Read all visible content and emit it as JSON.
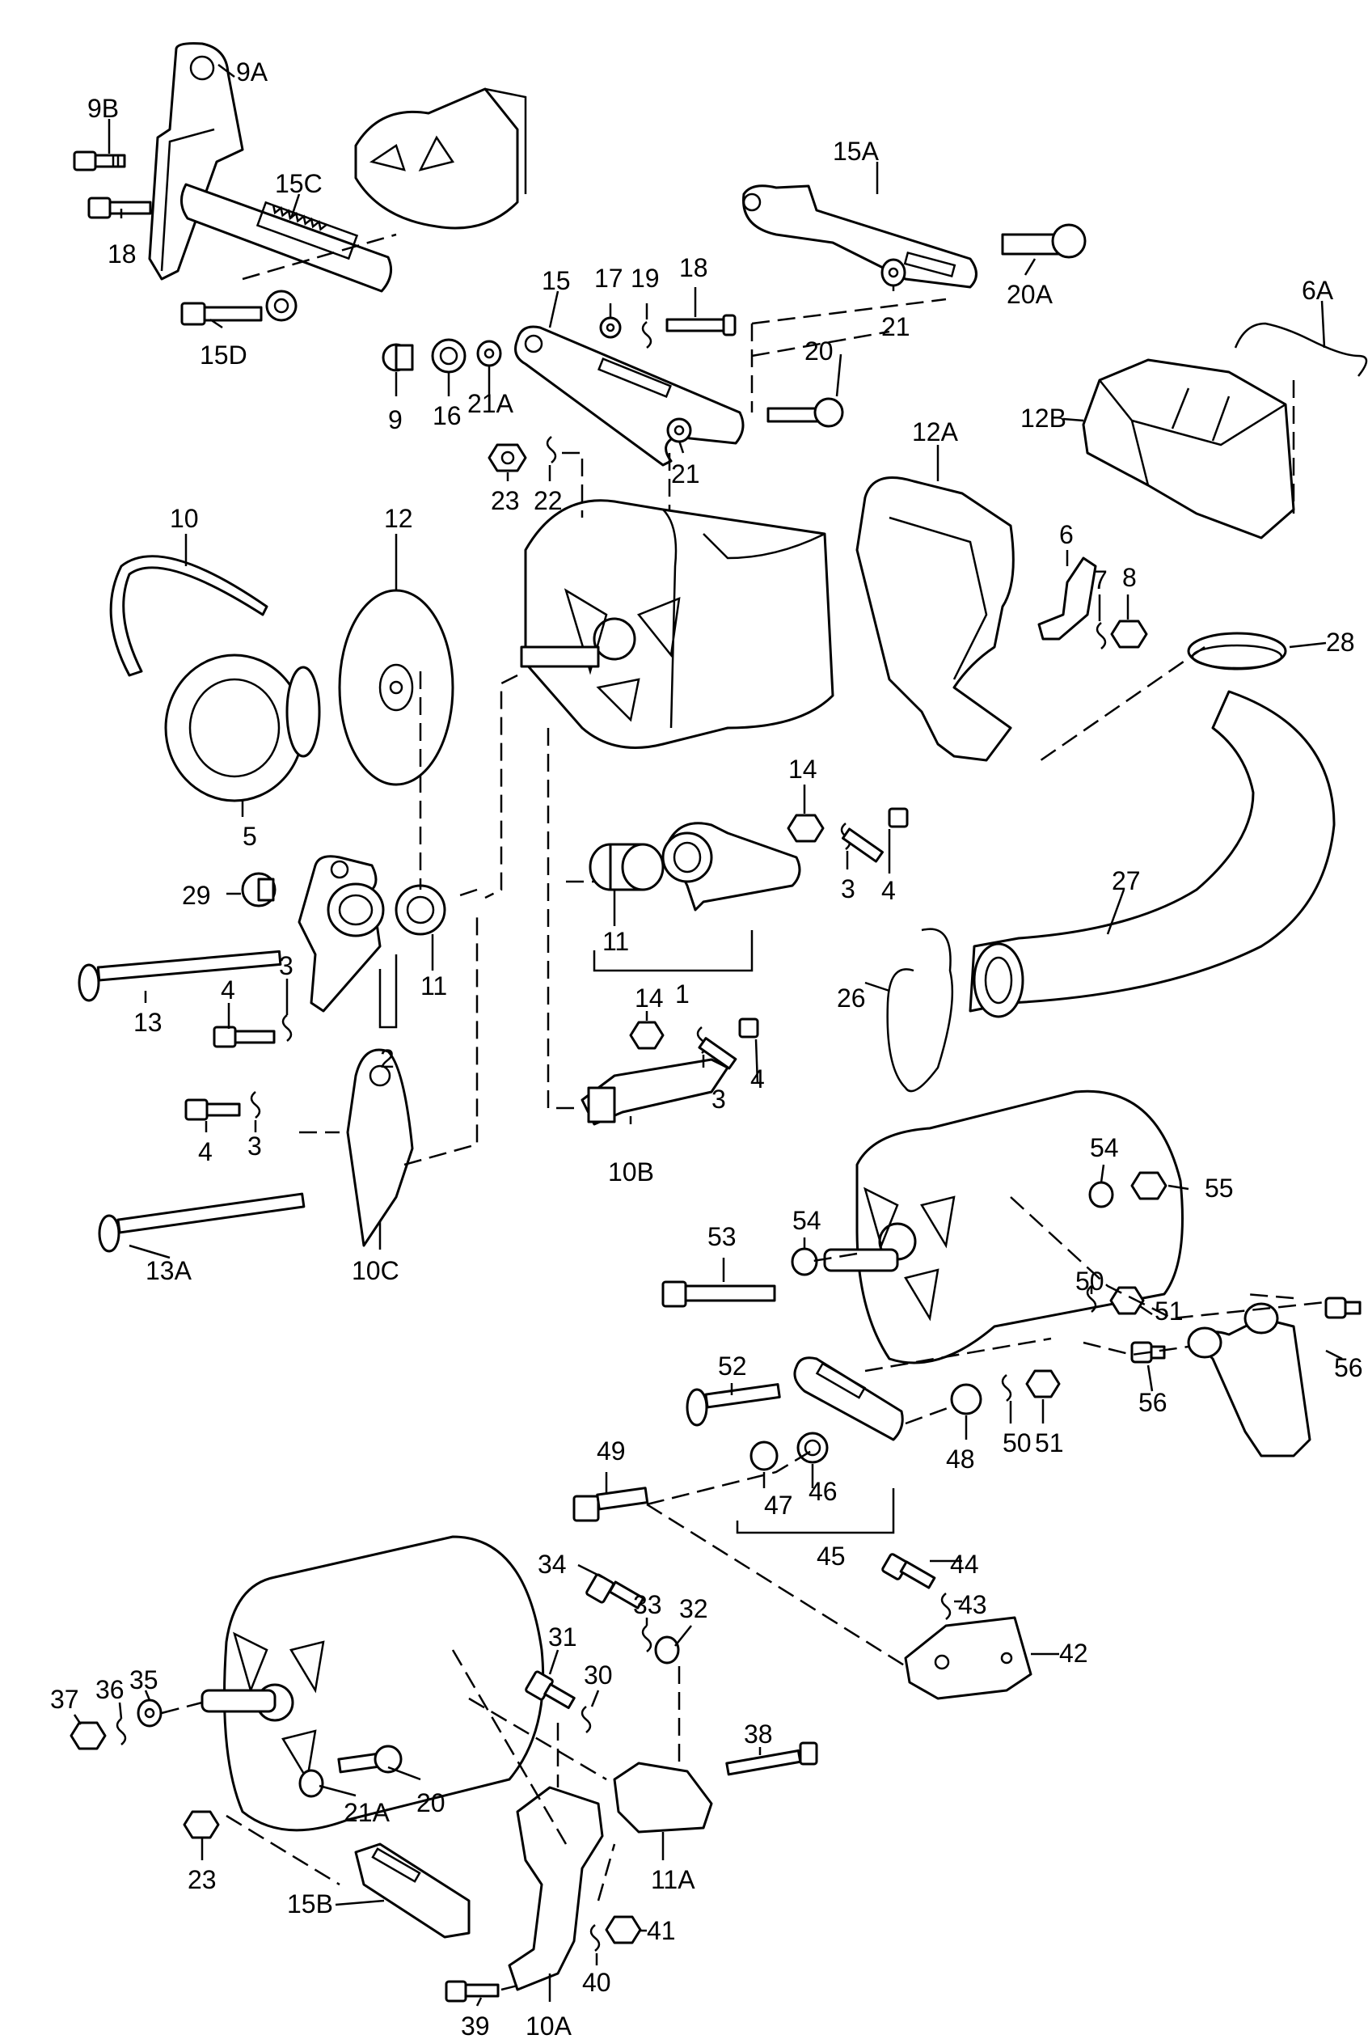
{
  "labels": {
    "l9A": "9A",
    "l9B": "9B",
    "l18a": "18",
    "l15C": "15C",
    "l15D": "15D",
    "l15A": "15A",
    "l20A": "20A",
    "l21a": "21",
    "l6A": "6A",
    "l15": "15",
    "l17": "17",
    "l19": "19",
    "l18b": "18",
    "l20a": "20",
    "l9": "9",
    "l16": "16",
    "l21A": "21A",
    "l21b": "21",
    "l12A": "12A",
    "l12B": "12B",
    "l23a": "23",
    "l22": "22",
    "l10": "10",
    "l12": "12",
    "l6": "6",
    "l7": "7",
    "l8": "8",
    "l28": "28",
    "l5": "5",
    "l14a": "14",
    "l3a": "3",
    "l4a": "4",
    "l27": "27",
    "l29": "29",
    "l13": "13",
    "l4b": "4",
    "l3b": "3",
    "l2": "2",
    "l11a": "11",
    "l11b": "11",
    "l1": "1",
    "l26": "26",
    "l14b": "14",
    "l3c": "3",
    "l4c": "4",
    "l4d": "4",
    "l3d": "3",
    "l10B": "10B",
    "l13A": "13A",
    "l10C": "10C",
    "l54a": "54",
    "l55": "55",
    "l53": "53",
    "l54b": "54",
    "l50a": "50",
    "l51a": "51",
    "l56a": "56",
    "l56b": "56",
    "l52": "52",
    "l48": "48",
    "l50b": "50",
    "l51b": "51",
    "l49": "49",
    "l47": "47",
    "l46": "46",
    "l45": "45",
    "l44": "44",
    "l43": "43",
    "l42": "42",
    "l34": "34",
    "l33": "33",
    "l32": "32",
    "l31": "31",
    "l30": "30",
    "l37": "37",
    "l36": "36",
    "l35": "35",
    "l38": "38",
    "l21A2": "21A",
    "l20b": "20",
    "l23b": "23",
    "l11A": "11A",
    "l15B": "15B",
    "l41": "41",
    "l40": "40",
    "l39": "39",
    "l10A": "10A"
  }
}
